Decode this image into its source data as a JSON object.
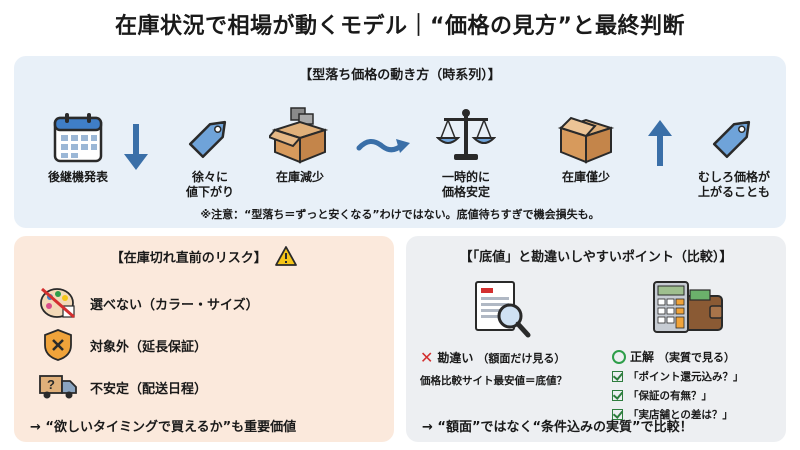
{
  "title": "在庫状況で相場が動くモデル｜“価格の見方”と最終判断",
  "timeline": {
    "heading": "【型落ち価格の動き方（時系列）】",
    "steps": [
      {
        "label": "後継機発表",
        "icon": "calendar-icon"
      },
      {
        "label": "",
        "icon": "arrow-down-icon"
      },
      {
        "label": "徐々に\n値下がり",
        "icon": "price-tag-icon"
      },
      {
        "label": "在庫減少",
        "icon": "box-icon"
      },
      {
        "label": "",
        "icon": "wave-arrow-icon"
      },
      {
        "label": "一時的に\n価格安定",
        "icon": "scale-icon"
      },
      {
        "label": "在庫僅少",
        "icon": "box-icon"
      },
      {
        "label": "",
        "icon": "arrow-up-icon"
      },
      {
        "label": "むしろ価格が\n上がることも",
        "icon": "price-tag-icon"
      }
    ],
    "note": "※注意：“型落ち＝ずっと安くなる”わけではない。底値待ちすぎで機会損失も。"
  },
  "risk": {
    "heading": "【在庫切れ直前のリスク】",
    "items": [
      {
        "label": "選べない（カラー・サイズ）",
        "icon": "palette-crossed-icon"
      },
      {
        "label": "対象外（延長保証）",
        "icon": "shield-x-icon"
      },
      {
        "label": "不安定（配送日程）",
        "icon": "truck-question-icon"
      }
    ],
    "footer": "→ “欲しいタイミングで買えるか”も重要価値"
  },
  "compare": {
    "heading": "【「底値」と勘違いしやすいポイント（比較）】",
    "mistake": {
      "title": "勘違い",
      "subtitle": "（額面だけ見る）",
      "text": "価格比較サイト最安値＝底値？"
    },
    "correct": {
      "title": "正解",
      "subtitle": "（実質で見る）",
      "checks": [
        "「ポイント還元込み？」",
        "「保証の有無？」",
        "「実店舗との差は？」"
      ]
    },
    "footer": "→ “額面”ではなく“条件込みの実質”で比較！"
  },
  "colors": {
    "top_panel": "#e8f0f8",
    "risk_panel": "#fbe9dc",
    "compare_panel": "#edeff2",
    "arrow_blue": "#3a6fa8",
    "warning_yellow": "#f5c518",
    "mistake_red": "#d32f2f",
    "correct_green": "#2e9e4a"
  }
}
